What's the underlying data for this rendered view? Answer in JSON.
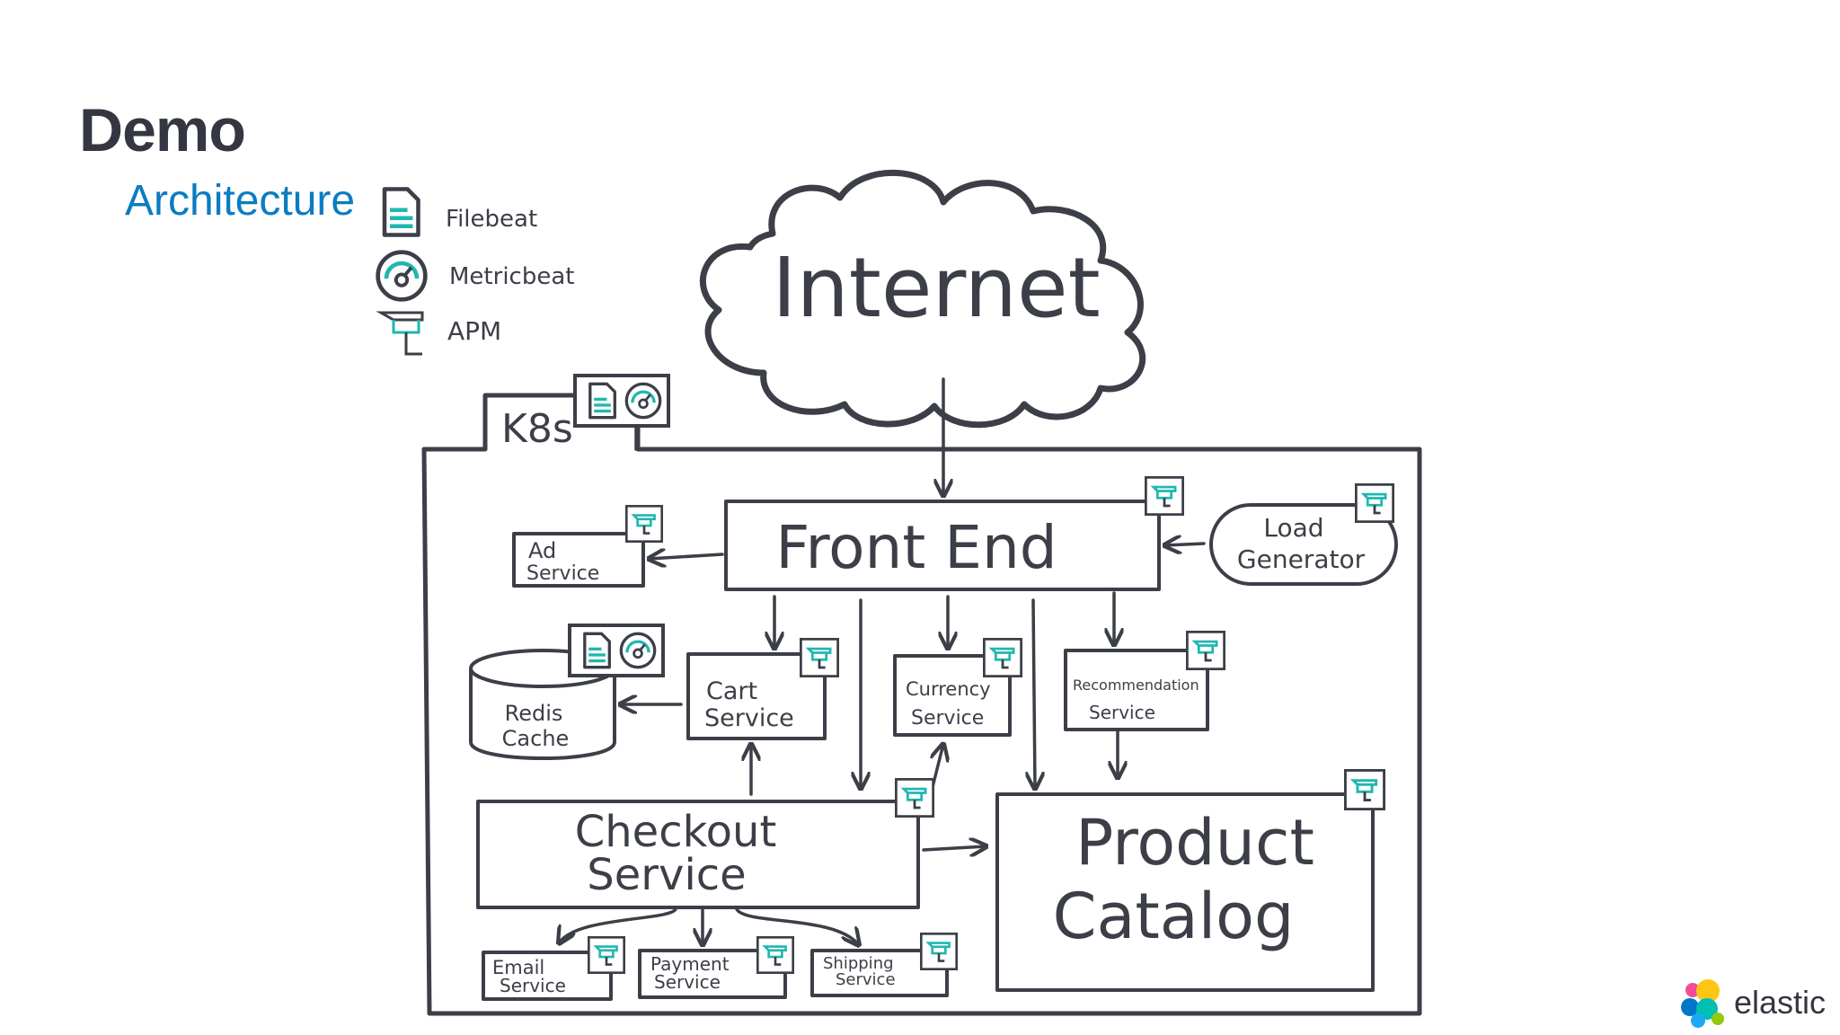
{
  "slide": {
    "title": "Demo",
    "subtitle": "Architecture"
  },
  "legend": [
    {
      "label": "Filebeat",
      "icon": "file-icon"
    },
    {
      "label": "Metricbeat",
      "icon": "gauge-icon"
    },
    {
      "label": "APM",
      "icon": "apm-icon"
    }
  ],
  "diagram": {
    "internet": "Internet",
    "cluster": "K8s",
    "front_end": "Front   End",
    "load_generator": [
      "Load",
      "Generator"
    ],
    "ad_service": [
      "Ad",
      "Service"
    ],
    "redis_cache": [
      "Redis",
      "Cache"
    ],
    "cart_service": [
      "Cart",
      "Service"
    ],
    "currency_service": [
      "Currency",
      "Service"
    ],
    "recommendation_service": [
      "Recommendation",
      "Service"
    ],
    "checkout_service": [
      "Checkout",
      "Service"
    ],
    "product_catalog": [
      "Product",
      "Catalog"
    ],
    "email_service": [
      "Email",
      "Service"
    ],
    "payment_service": [
      "Payment",
      "Service"
    ],
    "shipping_service": [
      "Shipping",
      "Service"
    ]
  },
  "brand": {
    "name": "elastic"
  },
  "colors": {
    "title": "#343741",
    "subtitle": "#0b7cc1",
    "ink": "#3c3f47",
    "beat_teal": "#1fb7b0"
  }
}
